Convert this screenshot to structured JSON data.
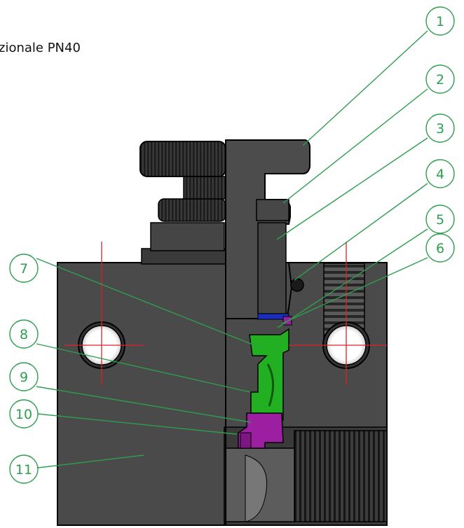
{
  "title": "zionale PN40",
  "colors": {
    "callout": "#2e9e4f",
    "body": "#4a4a4a",
    "body_dark": "#2e2e2e",
    "outline": "#000000",
    "crosshair": "#e0202a",
    "part_8": "#22b022",
    "part_9_10": "#9b1fa0",
    "part_5": "#1a2fc0"
  },
  "callouts": [
    {
      "label": "1"
    },
    {
      "label": "2"
    },
    {
      "label": "3"
    },
    {
      "label": "4"
    },
    {
      "label": "5"
    },
    {
      "label": "6"
    },
    {
      "label": "7"
    },
    {
      "label": "8"
    },
    {
      "label": "9"
    },
    {
      "label": "10"
    },
    {
      "label": "11"
    }
  ]
}
